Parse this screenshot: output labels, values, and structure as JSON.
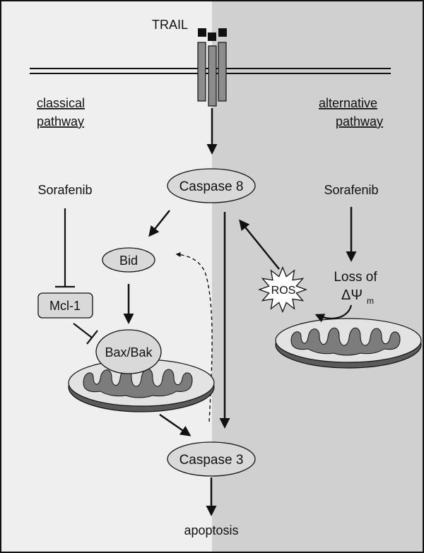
{
  "receptor": {
    "ligand_label": "TRAIL"
  },
  "pathways": {
    "classical": {
      "line1": "classical",
      "line2": "pathway"
    },
    "alternative": {
      "line1": "alternative",
      "line2": "pathway"
    }
  },
  "nodes": {
    "caspase8": "Caspase 8",
    "caspase3": "Caspase 3",
    "bid": "Bid",
    "bax_bak": "Bax/Bak",
    "mcl1": "Mcl-1",
    "ros": "ROS",
    "sorafenib_left": "Sorafenib",
    "sorafenib_right": "Sorafenib",
    "loss_line1": "Loss of",
    "loss_symbol": "ΔΨ",
    "loss_subscript": "m",
    "apoptosis": "apoptosis"
  },
  "colors": {
    "left_panel": "#efefef",
    "right_panel": "#d0d0d0",
    "node_fill": "#d9d9d9",
    "receptor_fill": "#8c8c8c",
    "mito_fill": "#e3e3e3",
    "mito_shadow": "#5a5a5a",
    "mito_cristae": "#7c7c7c"
  }
}
